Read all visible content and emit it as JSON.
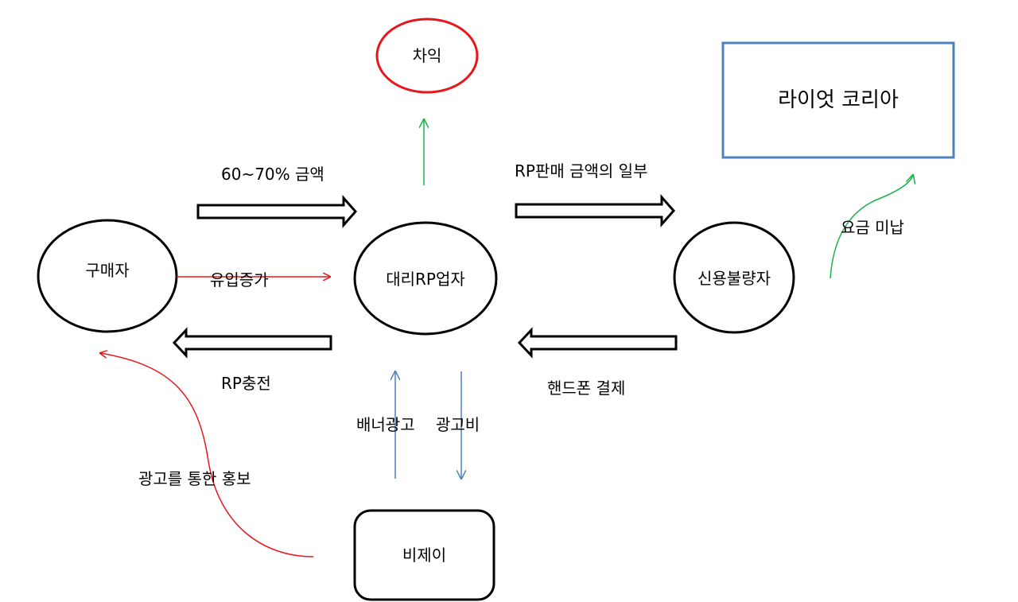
{
  "nodes": {
    "profit": "차익",
    "riot_korea": "라이엇 코리아",
    "buyer": "구매자",
    "agent": "대리RP업자",
    "bad_credit": "신용불량자",
    "bj": "비제이"
  },
  "edges": {
    "payment_60_70": "60~70% 금액",
    "rp_sale_portion": "RP판매 금액의 일부",
    "fee_unpaid": "요금 미납",
    "inflow_increase": "유입증가",
    "rp_charge": "RP충전",
    "phone_payment": "핸드폰 결제",
    "banner_ad": "배너광고",
    "ad_fee": "광고비",
    "promotion_via_ad": "광고를 통한 홍보"
  },
  "colors": {
    "red": "#e8161b",
    "green": "#18b24a",
    "blue": "#4f81bd",
    "black": "#000000"
  }
}
